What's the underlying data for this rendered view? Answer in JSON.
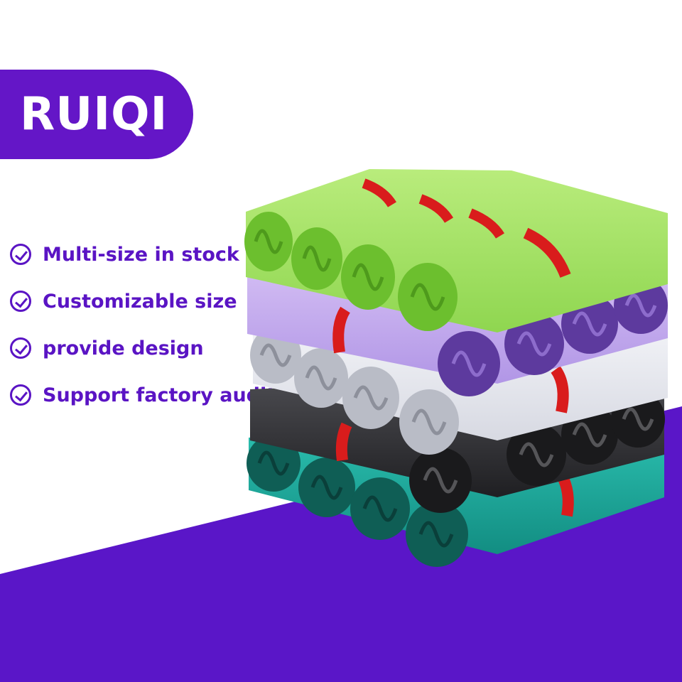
{
  "brand": {
    "name": "RUIQI"
  },
  "features": [
    {
      "label": "Multi-size in stock",
      "icon": "check-circle-icon"
    },
    {
      "label": "Customizable size",
      "icon": "check-circle-icon"
    },
    {
      "label": "provide design",
      "icon": "check-circle-icon"
    },
    {
      "label": "Support factory audit",
      "icon": "check-circle-icon"
    }
  ],
  "colors": {
    "accent": "#6416c7",
    "floor": "#5a16c8",
    "text": "#5a14c4",
    "band": "#d91c1c",
    "green": "#9bdf5a",
    "lavender": "#c2a6ee",
    "white": "#e7e9ef",
    "black": "#2b2b2e",
    "teal": "#1aa89b"
  }
}
